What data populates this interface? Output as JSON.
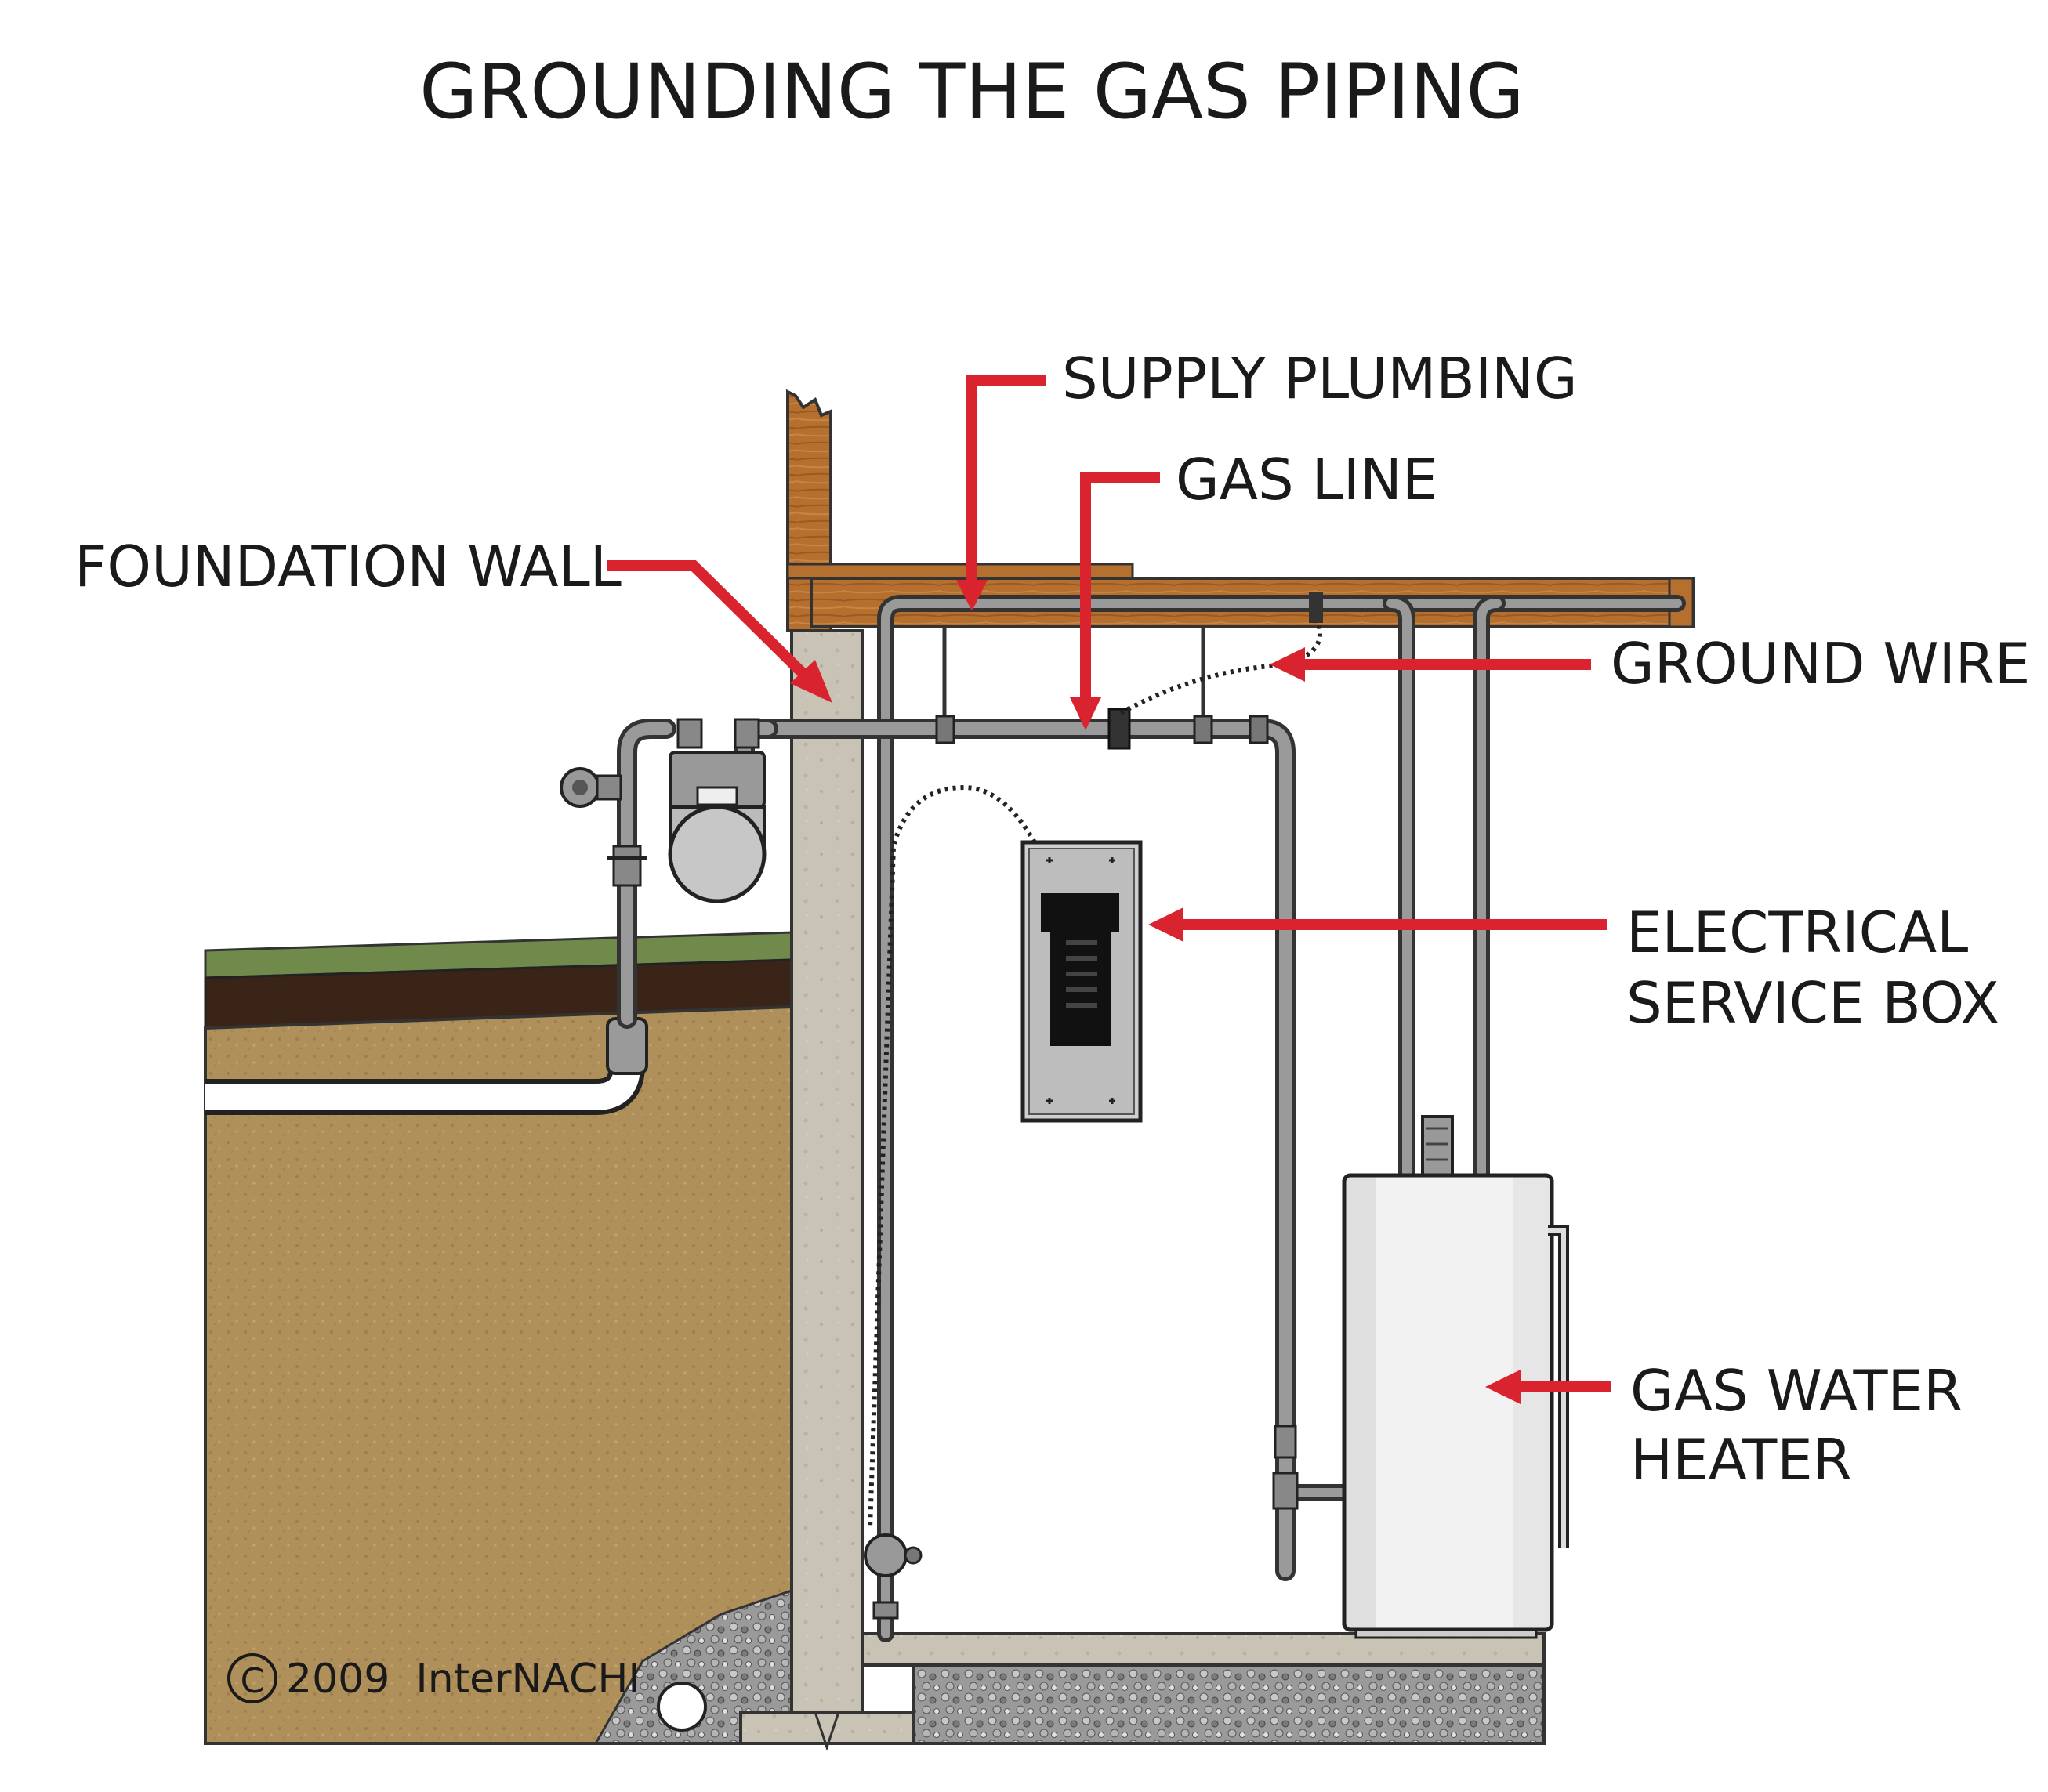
{
  "title": "GROUNDING THE GAS PIPING",
  "labels": {
    "supply_plumbing": "SUPPLY PLUMBING",
    "gas_line": "GAS LINE",
    "foundation_wall": "FOUNDATION WALL",
    "ground_wire": "GROUND WIRE",
    "electrical_service_box": [
      "ELECTRICAL",
      "SERVICE BOX"
    ],
    "gas_water_heater": [
      "GAS WATER",
      "HEATER"
    ]
  },
  "copyright": "2009  InterNACHI",
  "copyright_symbol": "C",
  "colors": {
    "arrow": "#d9232e",
    "wood": "#b5702f",
    "soil": "#b0905a",
    "topsoil": "#3a2418",
    "grass": "#6f8a4a",
    "concrete": "#c9c3b6",
    "pipe": "#8a8a8a",
    "heater": "#f2f2f2"
  }
}
